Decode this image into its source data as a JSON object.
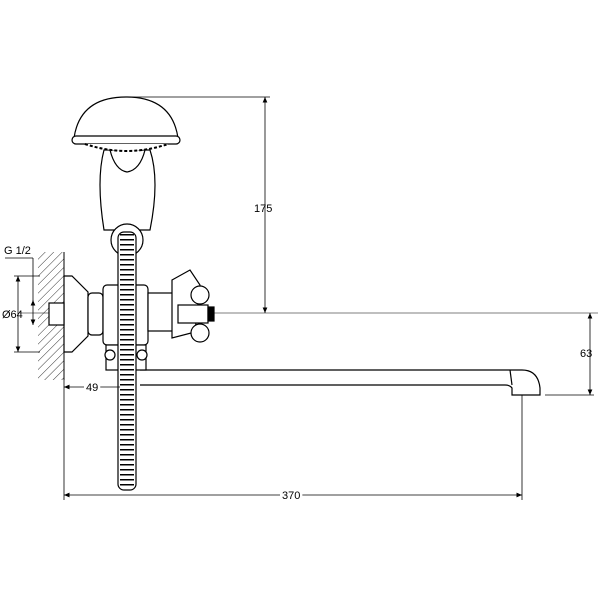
{
  "drawing": {
    "title": "Bath mixer with long spout and shower set – dimension drawing",
    "dimensions": {
      "shower_height": "175",
      "thread": "G 1/2",
      "flange_diameter": "Ø64",
      "wall_offset": "49",
      "spout_height": "63",
      "spout_length": "370"
    },
    "colors": {
      "line": "#000000",
      "background": "#ffffff"
    }
  }
}
